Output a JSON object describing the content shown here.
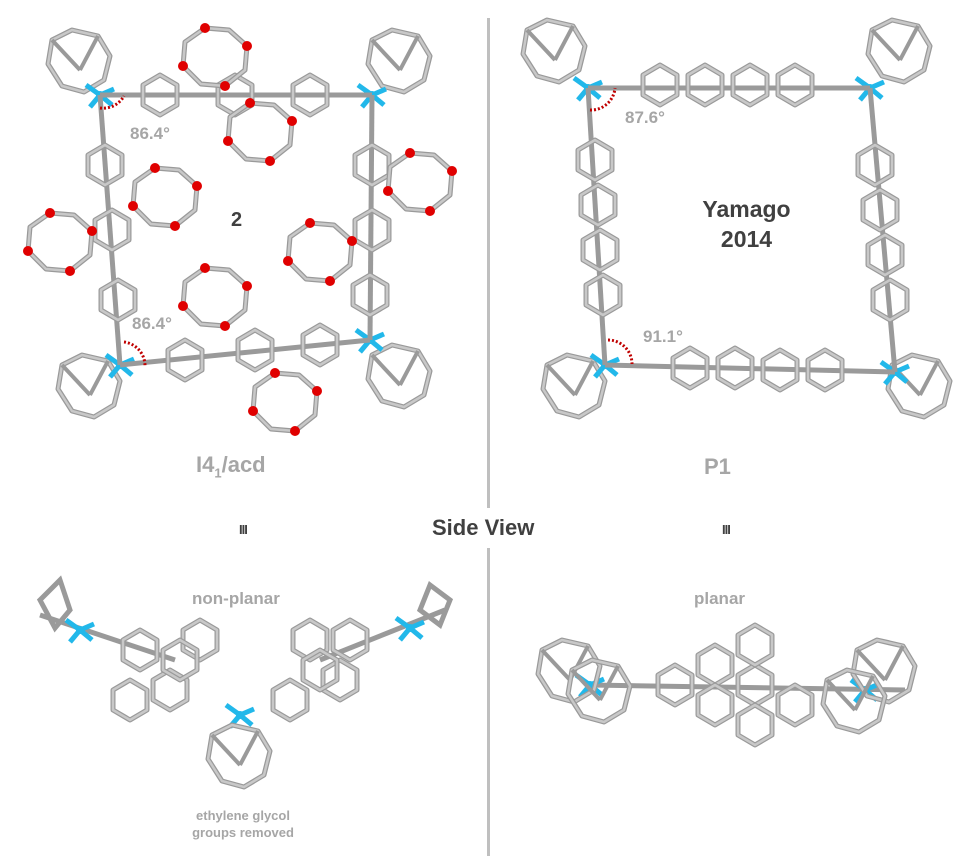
{
  "top_left": {
    "compound_label": "2",
    "angle_top": "86.4°",
    "angle_bottom": "86.4°",
    "space_group_main": "I4",
    "space_group_sub": "1",
    "space_group_rest": "/acd"
  },
  "top_right": {
    "title_line1": "Yamago",
    "title_line2": "2014",
    "angle_top": "87.6°",
    "angle_bottom": "91.1°",
    "space_group": "P1"
  },
  "middle": {
    "side_view_label": "Side View",
    "left_marker": "III",
    "right_marker": "III"
  },
  "bottom_left": {
    "conformation": "non-planar",
    "note_line1": "ethylene glycol",
    "note_line2": "groups removed"
  },
  "bottom_right": {
    "conformation": "planar"
  },
  "colors": {
    "carbon": "#a6a6a6",
    "oxygen": "#e00000",
    "metal": "#22b8ea",
    "bond": "#7f7f7f",
    "label_grey": "#a6a6a6",
    "label_dark": "#404040",
    "angle_arc": "#c00000"
  }
}
